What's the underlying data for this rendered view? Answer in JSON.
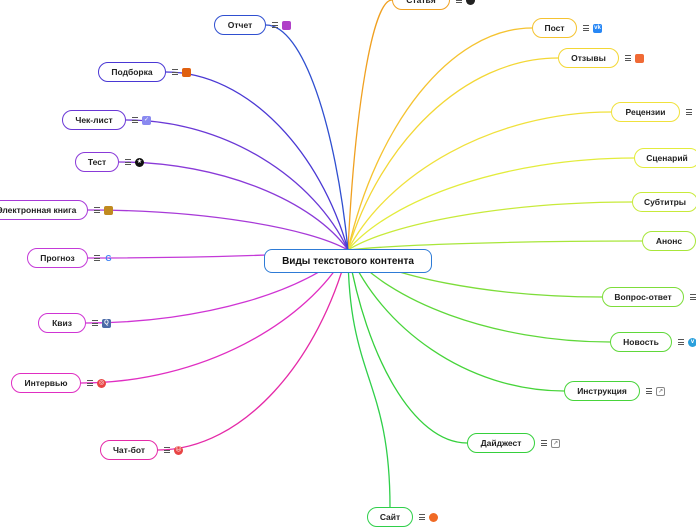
{
  "center": {
    "label": "Виды текстового контента"
  },
  "branches": [
    {
      "id": "statya",
      "label": "Статья",
      "color": "#f0a020",
      "icon": "dark-circle-icon",
      "icon_color": "#222222",
      "glyph": ""
    },
    {
      "id": "post",
      "label": "Пост",
      "color": "#f5c330",
      "icon": "vk-icon",
      "icon_color": "#2787f5",
      "glyph": "vk"
    },
    {
      "id": "otzyvy",
      "label": "Отзывы",
      "color": "#f3d735",
      "icon": "review-icon",
      "icon_color": "#f06a35",
      "glyph": ""
    },
    {
      "id": "retsenzii",
      "label": "Рецензии",
      "color": "#f0e13c",
      "icon": "bookmark-icon",
      "icon_color": "#333333",
      "glyph": ""
    },
    {
      "id": "stsenariy",
      "label": "Сценарий",
      "color": "#e3ec3c",
      "icon": "",
      "icon_color": "",
      "glyph": ""
    },
    {
      "id": "subtitry",
      "label": "Субтитры",
      "color": "#c8ea3a",
      "icon": "",
      "icon_color": "",
      "glyph": ""
    },
    {
      "id": "anons",
      "label": "Анонс",
      "color": "#a8e63a",
      "icon": "",
      "icon_color": "",
      "glyph": ""
    },
    {
      "id": "vopros",
      "label": "Вопрос-ответ",
      "color": "#7ddd3a",
      "icon": "",
      "icon_color": "",
      "glyph": ""
    },
    {
      "id": "novost",
      "label": "Новость",
      "color": "#5fd83a",
      "icon": "v-circle-icon",
      "icon_color": "#2aa0dc",
      "glyph": "v"
    },
    {
      "id": "instruktsiya",
      "label": "Инструкция",
      "color": "#47d43a",
      "icon": "external-link-icon",
      "icon_color": "#666666",
      "glyph": "↗"
    },
    {
      "id": "daydzhest",
      "label": "Дайджест",
      "color": "#35d03c",
      "icon": "external-link-icon",
      "icon_color": "#666666",
      "glyph": "↗"
    },
    {
      "id": "sayt",
      "label": "Сайт",
      "color": "#2fcf4a",
      "icon": "orange-dot-icon",
      "icon_color": "#f06a25",
      "glyph": ""
    },
    {
      "id": "chatbot",
      "label": "Чат-бот",
      "color": "#e52aa8",
      "icon": "bot-icon",
      "icon_color": "#e84545",
      "glyph": "☹"
    },
    {
      "id": "intervyu",
      "label": "Интервью",
      "color": "#e02ec2",
      "icon": "interview-icon",
      "icon_color": "#e84545",
      "glyph": "◎"
    },
    {
      "id": "kviz",
      "label": "Квиз",
      "color": "#cf34d4",
      "icon": "quiz-icon",
      "icon_color": "#4a6aa8",
      "glyph": "Q"
    },
    {
      "id": "prognoz",
      "label": "Прогноз",
      "color": "#c43ad8",
      "icon": "google-icon",
      "icon_color": "#4285f4",
      "glyph": "G"
    },
    {
      "id": "kniga",
      "label": "Электронная книга",
      "color": "#a83ad8",
      "icon": "ebook-icon",
      "icon_color": "#c08a20",
      "glyph": ""
    },
    {
      "id": "test",
      "label": "Тест",
      "color": "#8a3ad8",
      "icon": "star-badge-icon",
      "icon_color": "#111111",
      "glyph": "★"
    },
    {
      "id": "cheklist",
      "label": "Чек-лист",
      "color": "#6a38d6",
      "icon": "checklist-icon",
      "icon_color": "#8a8af0",
      "glyph": "✓"
    },
    {
      "id": "podborka",
      "label": "Подборка",
      "color": "#4a38d4",
      "icon": "collection-icon",
      "icon_color": "#e06010",
      "glyph": ""
    },
    {
      "id": "otchet",
      "label": "Отчет",
      "color": "#2f4fd0",
      "icon": "calculator-icon",
      "icon_color": "#b040c8",
      "glyph": ""
    }
  ]
}
